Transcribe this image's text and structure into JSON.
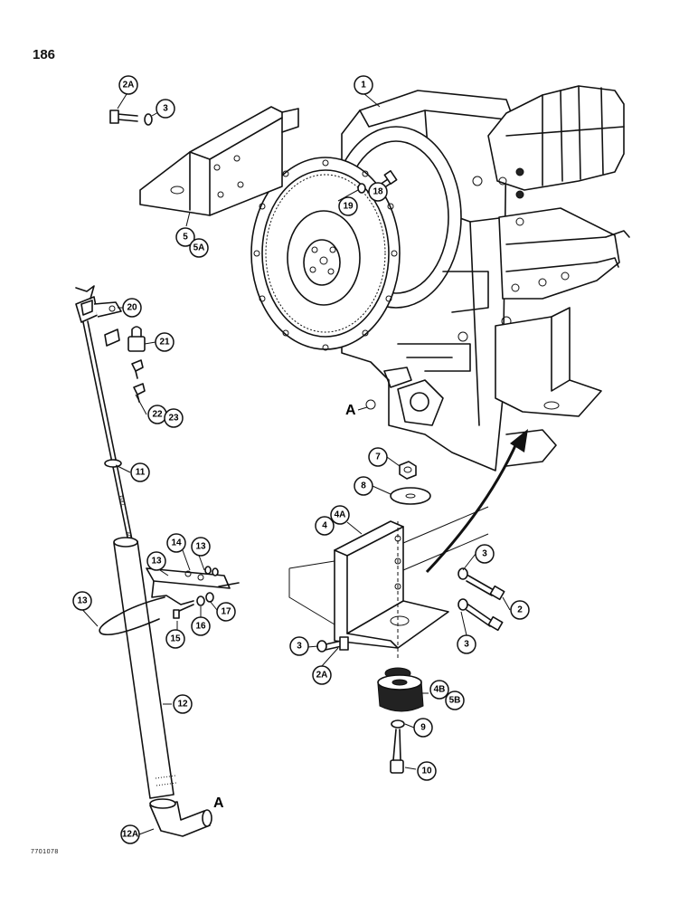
{
  "page": {
    "number": "186",
    "drawing_code": "7701078"
  },
  "reference_marks": [
    "A",
    "A"
  ],
  "callouts": [
    {
      "id": "c1",
      "label": "1"
    },
    {
      "id": "c2a_top",
      "label": "2A"
    },
    {
      "id": "c3_top",
      "label": "3"
    },
    {
      "id": "c5",
      "label": "5"
    },
    {
      "id": "c5a",
      "label": "5A"
    },
    {
      "id": "c18",
      "label": "18"
    },
    {
      "id": "c19",
      "label": "19"
    },
    {
      "id": "c20",
      "label": "20"
    },
    {
      "id": "c21",
      "label": "21"
    },
    {
      "id": "c22",
      "label": "22"
    },
    {
      "id": "c23",
      "label": "23"
    },
    {
      "id": "c11",
      "label": "11"
    },
    {
      "id": "c7",
      "label": "7"
    },
    {
      "id": "c8",
      "label": "8"
    },
    {
      "id": "c4",
      "label": "4"
    },
    {
      "id": "c4a",
      "label": "4A"
    },
    {
      "id": "c3_a",
      "label": "3"
    },
    {
      "id": "c2",
      "label": "2"
    },
    {
      "id": "c3_b",
      "label": "3"
    },
    {
      "id": "c14",
      "label": "14"
    },
    {
      "id": "c13_a",
      "label": "13"
    },
    {
      "id": "c13_b",
      "label": "13"
    },
    {
      "id": "c13_c",
      "label": "13"
    },
    {
      "id": "c17",
      "label": "17"
    },
    {
      "id": "c16",
      "label": "16"
    },
    {
      "id": "c15",
      "label": "15"
    },
    {
      "id": "c3_c",
      "label": "3"
    },
    {
      "id": "c2a_bot",
      "label": "2A"
    },
    {
      "id": "c4b",
      "label": "4B"
    },
    {
      "id": "c5b",
      "label": "5B"
    },
    {
      "id": "c9",
      "label": "9"
    },
    {
      "id": "c10",
      "label": "10"
    },
    {
      "id": "c12",
      "label": "12"
    },
    {
      "id": "c12a",
      "label": "12A"
    }
  ]
}
